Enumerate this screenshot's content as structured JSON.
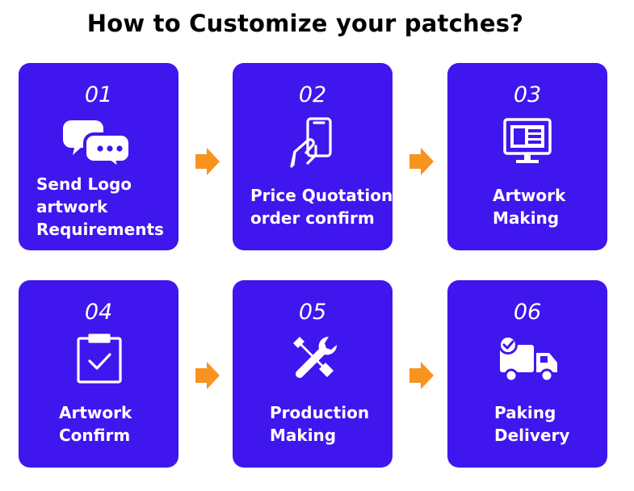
{
  "title": "How to Customize your patches?",
  "colors": {
    "card": "#3f16ee",
    "arrow": "#f7931e",
    "text": "#ffffff"
  },
  "steps": [
    {
      "number": "01",
      "icon": "chat-bubbles-icon",
      "lines": [
        "Send Logo",
        "artwork",
        "Requirements"
      ]
    },
    {
      "number": "02",
      "icon": "hand-holding-phone-icon",
      "lines": [
        "Price Quotation",
        "order confirm"
      ]
    },
    {
      "number": "03",
      "icon": "monitor-icon",
      "lines": [
        "Artwork",
        "Making"
      ]
    },
    {
      "number": "04",
      "icon": "clipboard-check-icon",
      "lines": [
        "Artwork",
        "Confirm"
      ]
    },
    {
      "number": "05",
      "icon": "wrench-screwdriver-icon",
      "lines": [
        "Production",
        "Making"
      ]
    },
    {
      "number": "06",
      "icon": "delivery-truck-icon",
      "lines": [
        "Paking",
        "Delivery"
      ]
    }
  ]
}
